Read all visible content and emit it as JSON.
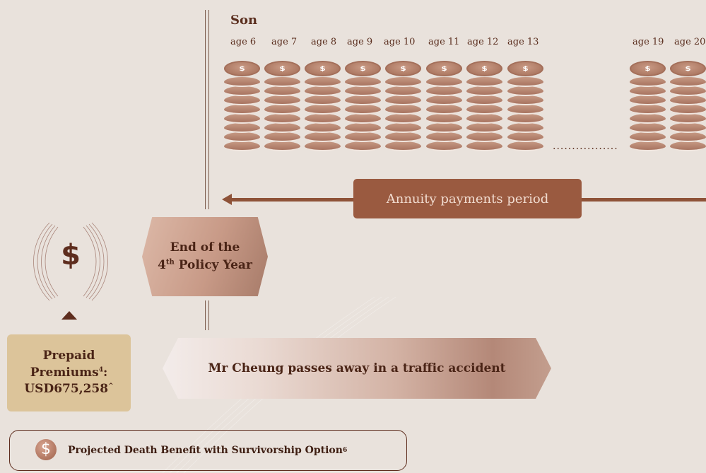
{
  "son": {
    "title": "Son",
    "ages": [
      "age 6",
      "age 7",
      "age 8",
      "age 9",
      "age 10",
      "age 11",
      "age 12",
      "age 13",
      "age 19",
      "age 20"
    ],
    "ellipsis": "................."
  },
  "annuity_label": "Annuity payments period",
  "milestone": {
    "line1": "End of the",
    "line2_prefix": "4",
    "line2_sup": "th",
    "line2_suffix": " Policy Year"
  },
  "prepaid": {
    "line1": "Prepaid",
    "line2": "Premiums",
    "line2_sup": "4",
    "line2_suffix": ":",
    "amount": "USD675,258",
    "amount_sup": "^"
  },
  "event": "Mr Cheung passes away in a traffic accident",
  "projected": {
    "label": "Projected Death Benefit with Survivorship Option",
    "sup": "6"
  },
  "icons": {
    "dollar": "$",
    "coin": "$"
  },
  "colors": {
    "accent": "#9a5a40",
    "prepaid_bg": "#dcc49a",
    "text": "#5a2e1e"
  }
}
